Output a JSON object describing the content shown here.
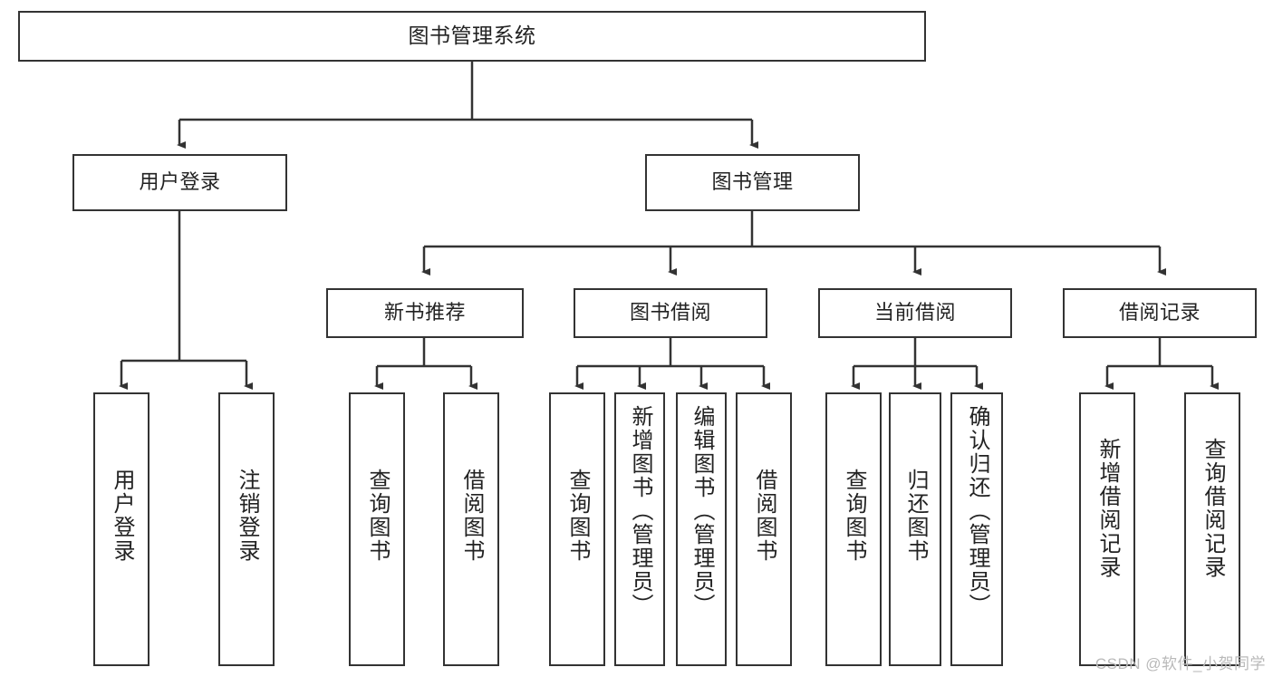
{
  "diagram": {
    "title": "图书管理系统",
    "type": "tree-hierarchy-chart",
    "stroke_color": "#333333",
    "fill_color": "#ffffff",
    "text_color": "#222222"
  },
  "root": {
    "label": "图书管理系统"
  },
  "level2": [
    {
      "label": "用户登录"
    },
    {
      "label": "图书管理"
    }
  ],
  "level3": [
    {
      "label": "新书推荐"
    },
    {
      "label": "图书借阅"
    },
    {
      "label": "当前借阅"
    },
    {
      "label": "借阅记录"
    }
  ],
  "leaves": {
    "user_login": [
      {
        "label": "用户登录"
      },
      {
        "label": "注销登录"
      }
    ],
    "new_book_rec": [
      {
        "label": "查询图书"
      },
      {
        "label": "借阅图书"
      }
    ],
    "book_borrow": [
      {
        "label": "查询图书"
      },
      {
        "label": "新增图书（管理员）"
      },
      {
        "label": "编辑图书（管理员）"
      },
      {
        "label": "借阅图书"
      }
    ],
    "current_borrow": [
      {
        "label": "查询图书"
      },
      {
        "label": "归还图书"
      },
      {
        "label": "确认归还（管理员）"
      }
    ],
    "borrow_record": [
      {
        "label": "新增借阅记录"
      },
      {
        "label": "查询借阅记录"
      }
    ]
  },
  "watermark": {
    "text": "CSDN @软件_小贺同学"
  }
}
